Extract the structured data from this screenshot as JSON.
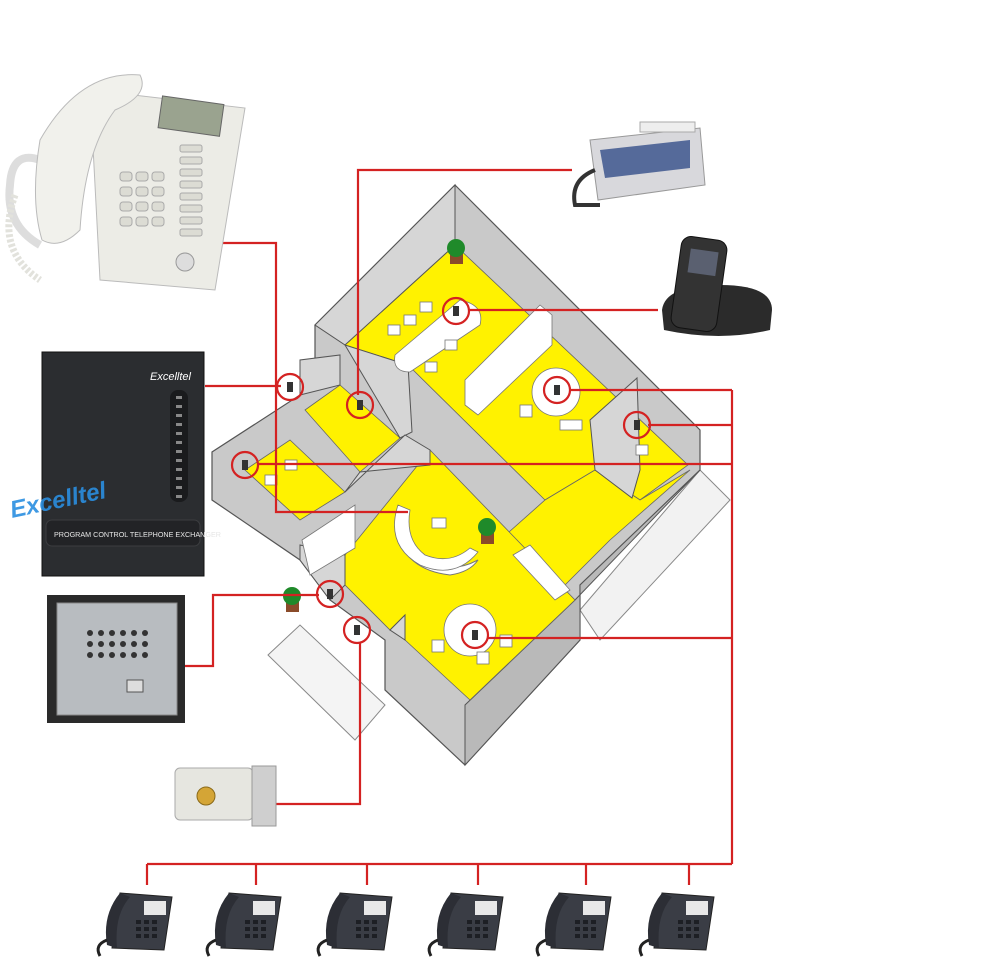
{
  "pbx": {
    "brand_logo": "Excelltel",
    "panel_label": "PROGRAM CONTROL TELEPHONE EXCHANGER",
    "watermark": "Excelltel"
  },
  "colors": {
    "wire": "#d42222",
    "floor": "#fff200",
    "wall": "#c9c9c9",
    "wall_dark": "#9a9a9a",
    "pbx_body": "#2b2d30",
    "watermark": "#2a8ee0"
  }
}
